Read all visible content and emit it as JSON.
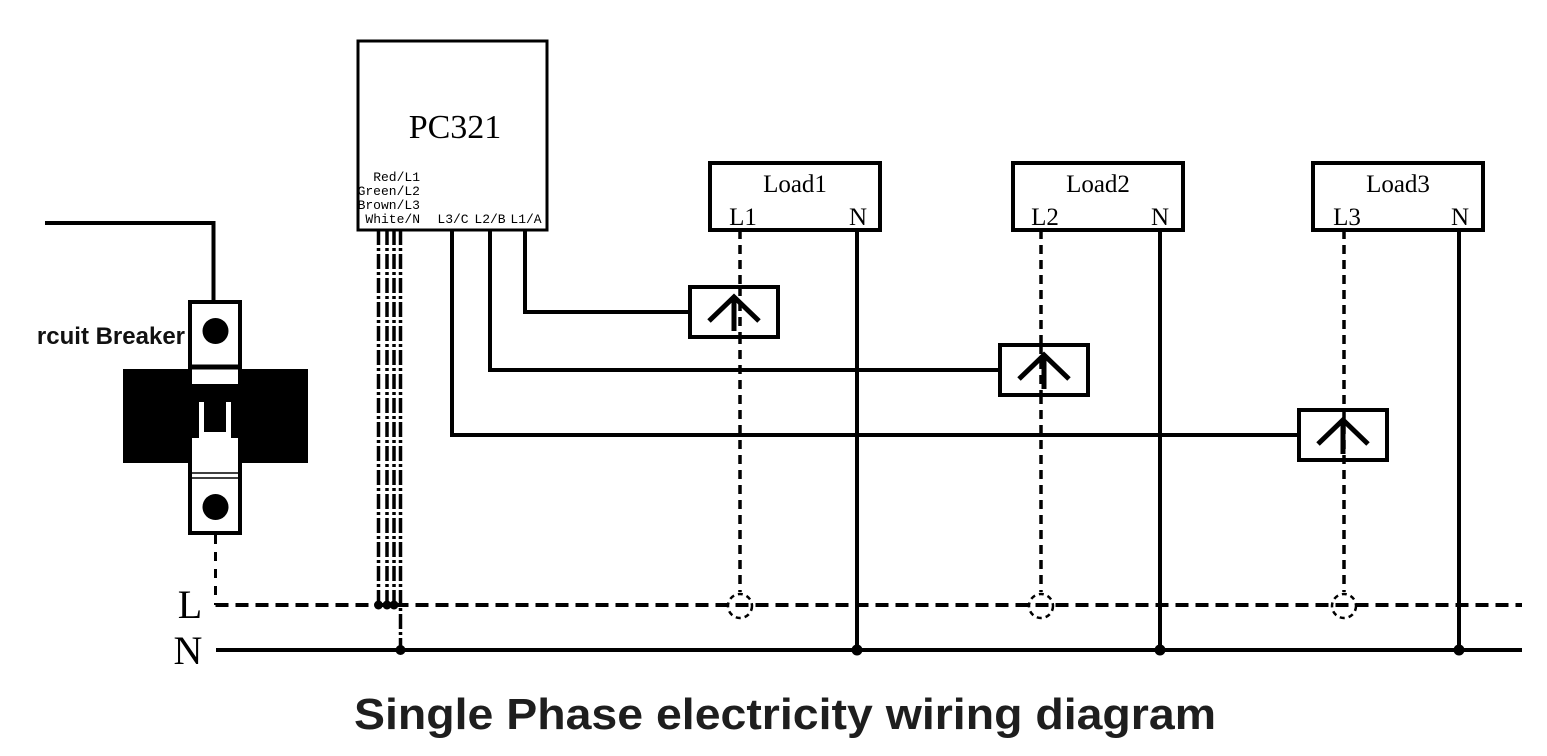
{
  "title": "Single Phase electricity wiring diagram",
  "device": {
    "model": "PC321",
    "wire_labels": [
      "Red/L1",
      "Green/L2",
      "Brown/L3",
      "White/N"
    ],
    "ct_terminals": [
      "L3/C",
      "L2/B",
      "L1/A"
    ]
  },
  "breaker_label": "rcuit Breaker",
  "loads": [
    {
      "name": "Load1",
      "live": "L1",
      "neutral": "N"
    },
    {
      "name": "Load2",
      "live": "L2",
      "neutral": "N"
    },
    {
      "name": "Load3",
      "live": "L3",
      "neutral": "N"
    }
  ],
  "bus": {
    "live": "L",
    "neutral": "N"
  },
  "colors": {
    "ink": "#000000",
    "title": "#1e1e1e",
    "background": "#ffffff"
  }
}
